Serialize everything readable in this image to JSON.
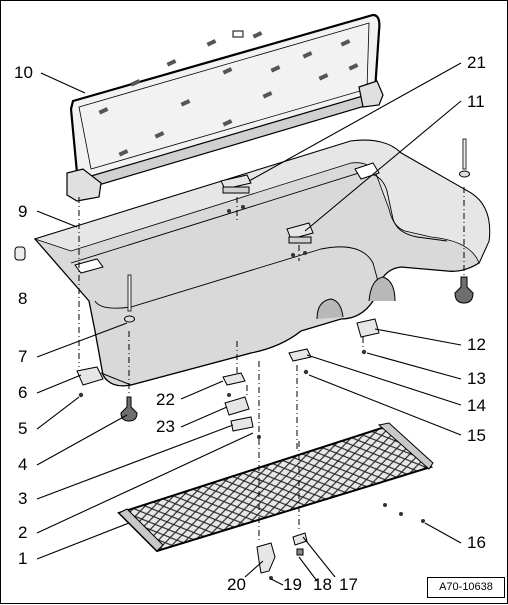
{
  "figure_reference": "A70-10638",
  "callouts": [
    {
      "number": "1"
    },
    {
      "number": "2"
    },
    {
      "number": "3"
    },
    {
      "number": "4"
    },
    {
      "number": "5"
    },
    {
      "number": "6"
    },
    {
      "number": "7"
    },
    {
      "number": "8"
    },
    {
      "number": "9"
    },
    {
      "number": "10"
    },
    {
      "number": "11"
    },
    {
      "number": "12"
    },
    {
      "number": "13"
    },
    {
      "number": "14"
    },
    {
      "number": "15"
    },
    {
      "number": "16"
    },
    {
      "number": "17"
    },
    {
      "number": "18"
    },
    {
      "number": "19"
    },
    {
      "number": "20"
    },
    {
      "number": "21"
    },
    {
      "number": "22"
    },
    {
      "number": "23"
    }
  ],
  "colors": {
    "line": "#000000",
    "shelf_fill": "#d9d9d9",
    "shelf_shadow": "#b8b8b8",
    "net_fill": "#c8c8c8",
    "part_fill": "#e6e6e6",
    "cover_fill": "#f2f2f2",
    "pad_fill": "#6e6e6e"
  }
}
